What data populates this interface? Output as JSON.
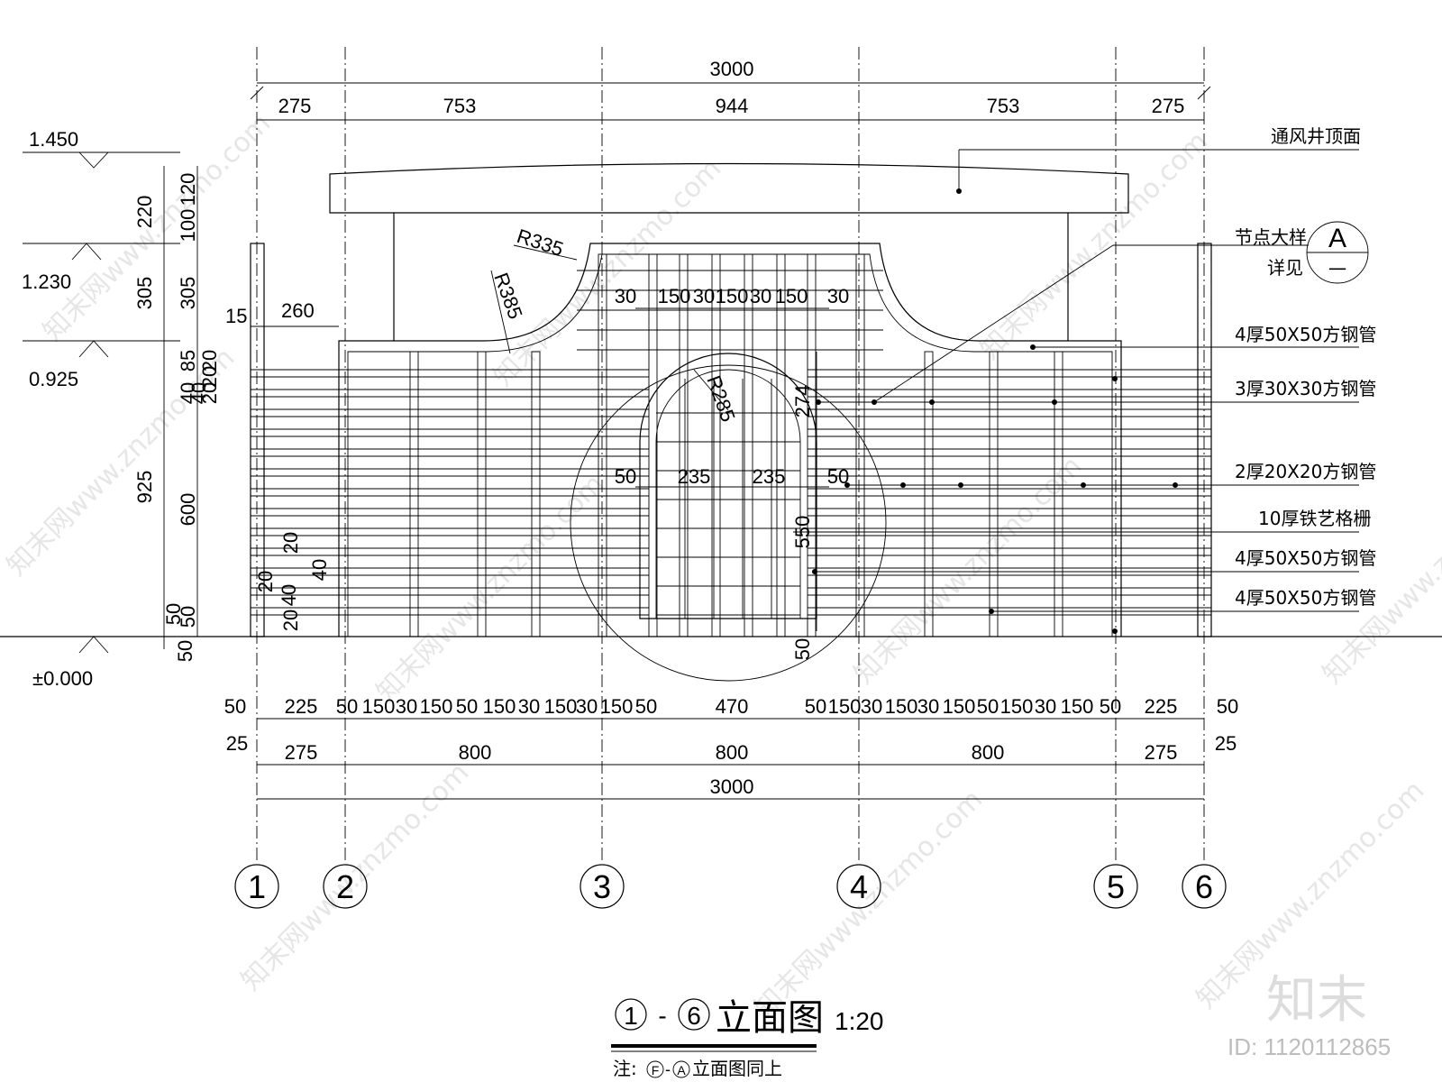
{
  "title": {
    "axis_from": "1",
    "dash": "-",
    "axis_to": "6",
    "name": "立面图",
    "scale": "1:20"
  },
  "note": {
    "prefix": "注:",
    "from": "F",
    "dash": "-",
    "to": "A",
    "text": "立面图同上"
  },
  "axes": [
    "1",
    "2",
    "3",
    "4",
    "5",
    "6"
  ],
  "top_dims": {
    "overall": "3000",
    "segments": [
      "275",
      "753",
      "944",
      "753",
      "275"
    ]
  },
  "bottom_dims": {
    "row1": [
      "50",
      "225",
      "50",
      "150",
      "30",
      "150",
      "50",
      "150",
      "30",
      "150",
      "30",
      "150",
      "50",
      "470",
      "50",
      "150",
      "30",
      "150",
      "30",
      "150",
      "50",
      "150",
      "30",
      "150",
      "50",
      "225",
      "50"
    ],
    "row2": [
      "25",
      "275",
      "800",
      "800",
      "800",
      "275",
      "25"
    ],
    "overall": "3000"
  },
  "levels": [
    "1.450",
    "1.230",
    "0.925",
    "±0.000"
  ],
  "left_dims": {
    "outer": [
      "220",
      "305",
      "925",
      "50"
    ],
    "inner": [
      "120",
      "100",
      "305",
      "85",
      "40",
      "40",
      "20",
      "20",
      "20",
      "600",
      "50",
      "50"
    ],
    "bottom_small": [
      "20",
      "40",
      "20",
      "20",
      "40"
    ]
  },
  "inner_dims": {
    "post_width": "15",
    "side_width": "260",
    "radius_1": "R335",
    "radius_2": "R385",
    "radius_3": "R285",
    "top_slats": [
      "30",
      "150",
      "30",
      "150",
      "30",
      "150",
      "30"
    ],
    "door_row": [
      "50",
      "235",
      "235",
      "50"
    ],
    "h_274": "274",
    "h_550": "550",
    "h_50": "50"
  },
  "callouts": {
    "top_surface": "通风井顶面",
    "detail_line1": "节点大样",
    "detail_line2": "详见",
    "detail_id": "A",
    "detail_sheet": "一",
    "pipe_a": "4厚50X50方钢管",
    "pipe_b": "3厚30X30方钢管",
    "pipe_c": "2厚20X20方钢管",
    "grille": "10厚铁艺格栅",
    "pipe_d": "4厚50X50方钢管",
    "pipe_e": "4厚50X50方钢管"
  },
  "watermark": {
    "text": "知末网www.znzmo.com",
    "brand": "知末",
    "id": "ID: 1120112865"
  }
}
